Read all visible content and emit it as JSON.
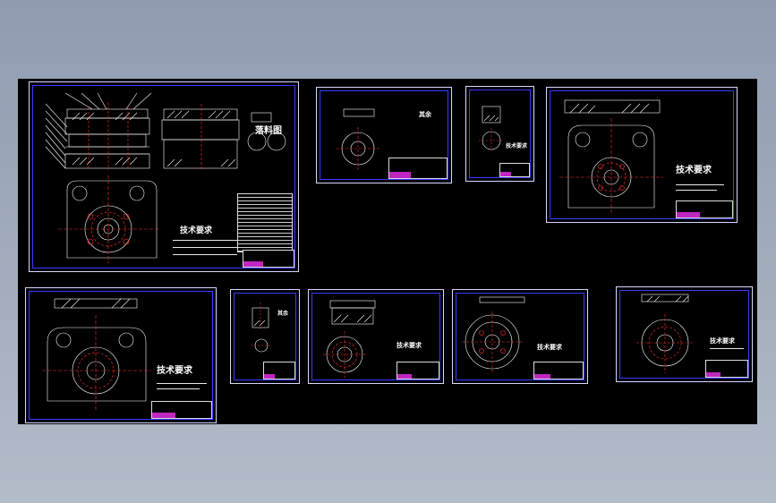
{
  "colors": {
    "background_top": "#8f9cb0",
    "canvas": "#000000",
    "frame": "#3b3bff",
    "geometry": "#ffffff",
    "hidden_lines": "#ff3030",
    "hatch": "#ffffff",
    "title_block_highlight": "#c026c0"
  },
  "sheets": [
    {
      "id": "assembly",
      "title_text": "技术要求",
      "section_label": "落料图",
      "part_label": ""
    },
    {
      "id": "part-2",
      "title_text": "其余",
      "part_label": ""
    },
    {
      "id": "part-3",
      "title_text": "技术要求",
      "part_label": ""
    },
    {
      "id": "part-4",
      "title_text": "技术要求",
      "part_label": ""
    },
    {
      "id": "part-5",
      "title_text": "技术要求",
      "part_label": ""
    },
    {
      "id": "part-6",
      "title_text": "其余",
      "part_label": ""
    },
    {
      "id": "part-7",
      "title_text": "技术要求",
      "part_label": ""
    },
    {
      "id": "part-8",
      "title_text": "技术要求",
      "part_label": ""
    },
    {
      "id": "part-9",
      "title_text": "技术要求",
      "part_label": ""
    }
  ]
}
